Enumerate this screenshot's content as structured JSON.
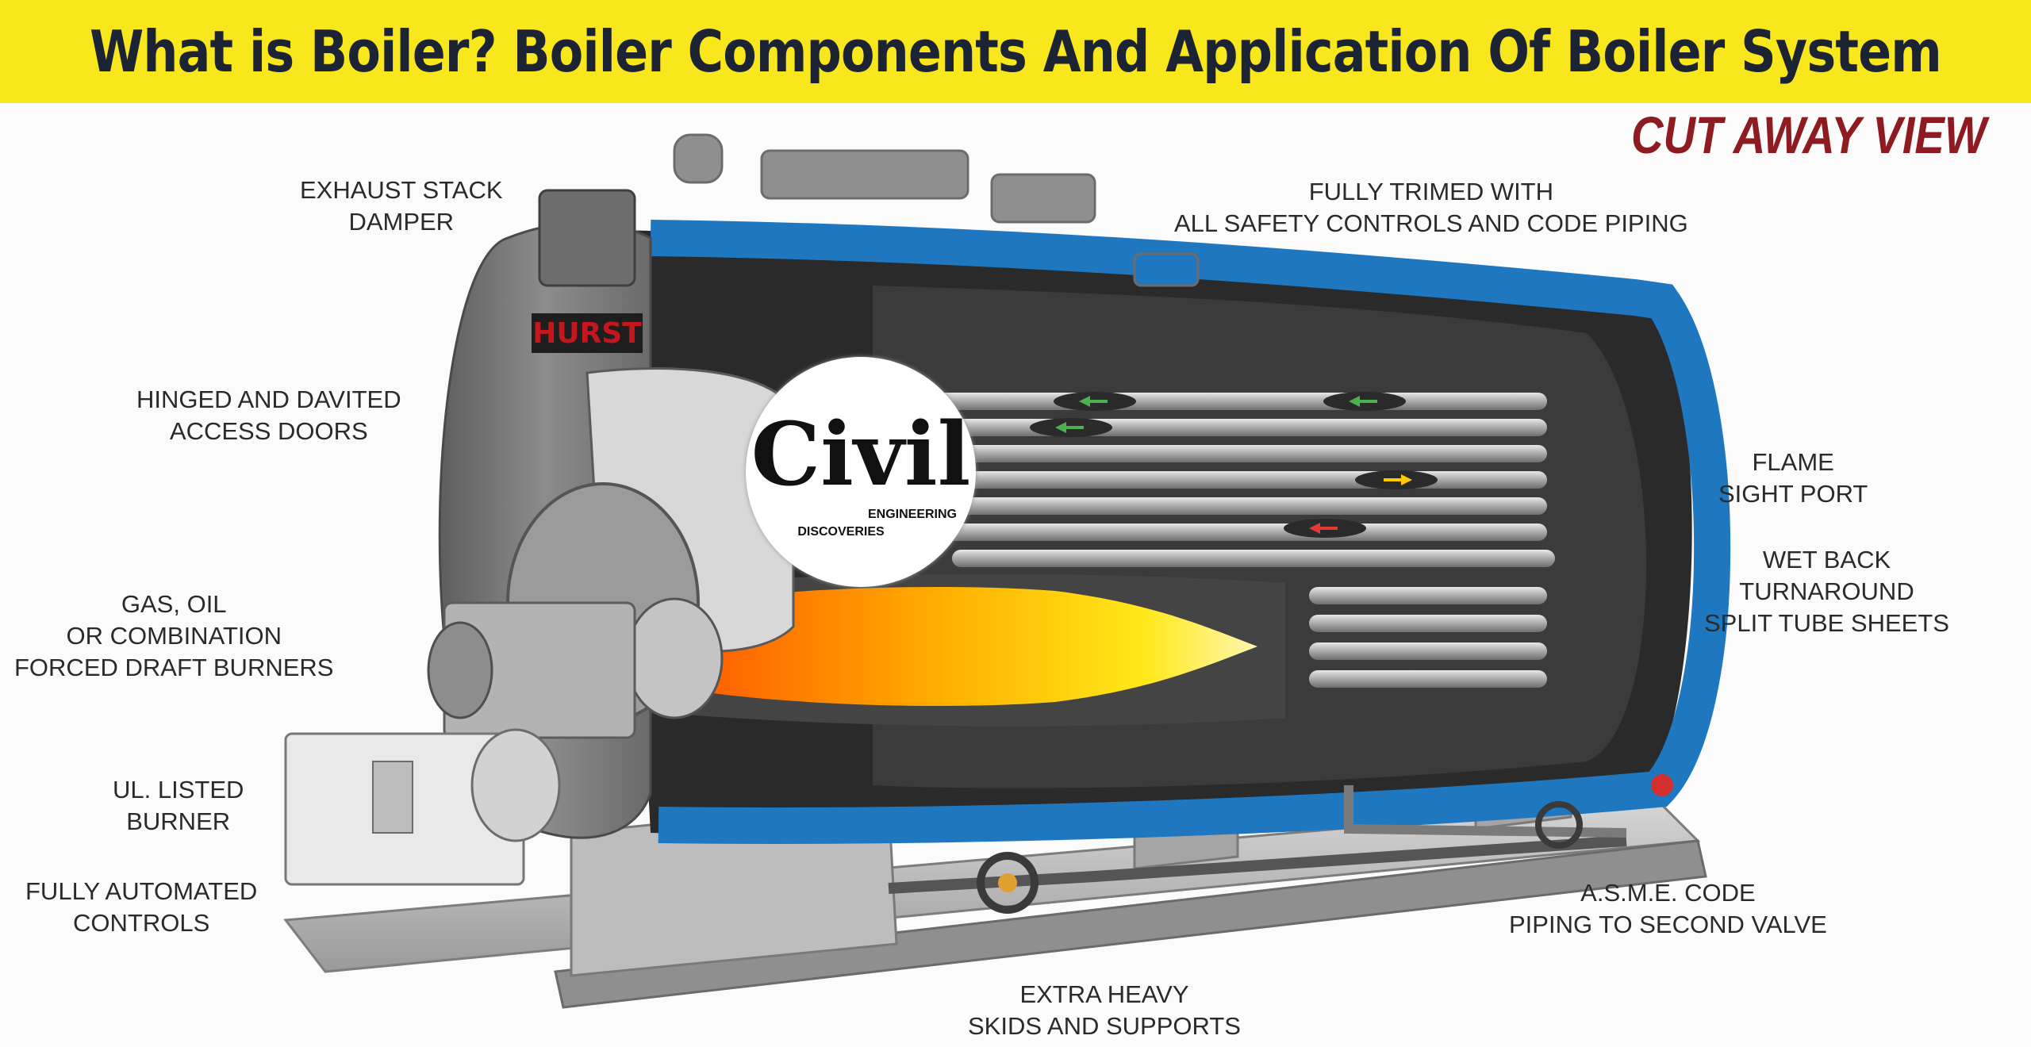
{
  "banner": {
    "title": "What is Boiler? Boiler Components And Application Of Boiler System",
    "bg_color": "#f9e71e",
    "text_color": "#1c2333"
  },
  "diagram": {
    "view_label": "CUT AWAY VIEW",
    "brand_plate": "HURST",
    "labels": {
      "exhaust": [
        "EXHAUST STACK",
        "DAMPER"
      ],
      "trimmed": [
        "FULLY TRIMED WITH",
        "ALL SAFETY CONTROLS AND CODE PIPING"
      ],
      "hinged": [
        "HINGED AND DAVITED",
        "ACCESS DOORS"
      ],
      "flame": [
        "FLAME",
        "SIGHT PORT"
      ],
      "wetback": [
        "WET BACK",
        "TURNAROUND",
        "SPLIT TUBE SHEETS"
      ],
      "burners": [
        "GAS, OIL",
        "OR COMBINATION",
        "FORCED DRAFT BURNERS"
      ],
      "ul": [
        "UL. LISTED",
        "BURNER"
      ],
      "automated": [
        "FULLY AUTOMATED",
        "CONTROLS"
      ],
      "asme": [
        "A.S.M.E. CODE",
        "PIPING TO SECOND VALVE"
      ],
      "skids": [
        "EXTRA HEAVY",
        "SKIDS AND SUPPORTS"
      ]
    },
    "colors": {
      "shell_blue": "#1f77c0",
      "body_gray": "#8a8a8a",
      "flame_orange": "#ff7a00",
      "flame_yellow": "#ffe600",
      "brand_red": "#c5161d"
    }
  },
  "watermark": {
    "word": "Civil",
    "line1": "ENGINEERING",
    "line2": "DISCOVERIES"
  }
}
